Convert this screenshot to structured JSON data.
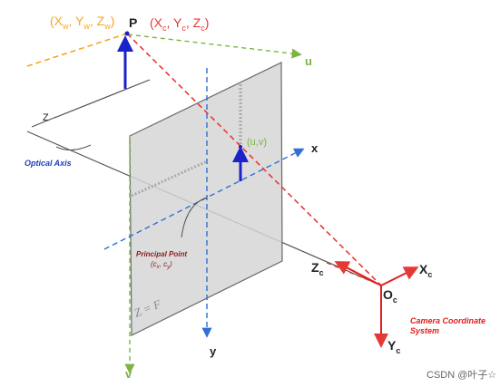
{
  "labels": {
    "world_point": "(X",
    "world_point_sub1": "w",
    "world_point_mid1": ", Y",
    "world_point_sub2": "w",
    "world_point_mid2": ", Z",
    "world_point_sub3": "w",
    "world_point_end": ")",
    "P": "P",
    "camera_point": "(X",
    "camera_point_sub1": "c",
    "camera_point_mid1": ", Y",
    "camera_point_sub2": "c",
    "camera_point_mid2": ", Z",
    "camera_point_sub3": "c",
    "camera_point_end": ")",
    "u_axis": "u",
    "v_axis": "v",
    "x_axis": "x",
    "y_axis": "y",
    "z_axis": "Z",
    "optical_axis": "Optical Axis",
    "uv_point": "(u,v)",
    "principal_point_line1": "Principal Point",
    "principal_point_line2": "(c",
    "principal_point_sub1": "x",
    "principal_point_mid": ", c",
    "principal_point_sub2": "y",
    "principal_point_end": ")",
    "z_equals_f": "Z = F",
    "Zc": "Z",
    "Zc_sub": "c",
    "Xc": "X",
    "Xc_sub": "c",
    "Yc": "Y",
    "Yc_sub": "c",
    "Oc": "O",
    "Oc_sub": "c",
    "camera_system_line1": "Camera Coordinate",
    "camera_system_line2": "System",
    "watermark": "CSDN @叶子☆"
  },
  "colors": {
    "world_label": "#f5a623",
    "camera_label": "#e53935",
    "red_ray": "#e53935",
    "blue_axis": "#2f6fd6",
    "green_axis": "#7cb342",
    "image_plane_fill": "#d6d6d6",
    "image_plane_stroke": "#6a6a6a",
    "optical_axis_label": "#1f3fbf",
    "principal_point_label": "#8e1b1b",
    "arrow_blue": "#1a22c8",
    "camera_red": "#e0201d",
    "dark_line": "#555555"
  }
}
